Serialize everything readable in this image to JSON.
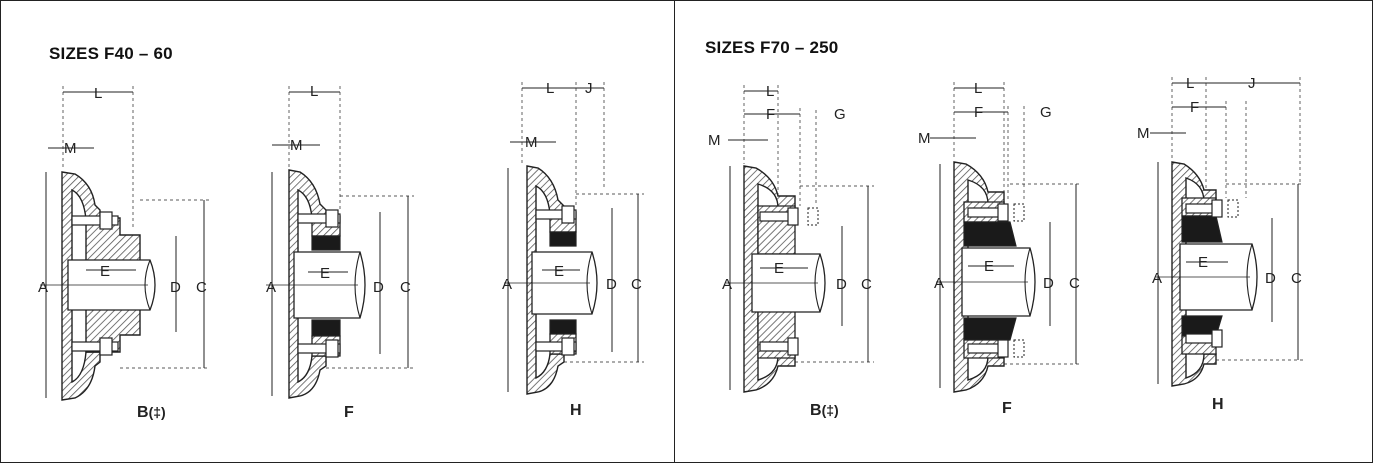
{
  "panels": [
    {
      "title": "SIZES F40 – 60",
      "variants": [
        {
          "caption": "B",
          "caption_suffix": "(‡)",
          "labels": {
            "L": "L",
            "M": "M",
            "A": "A",
            "E": "E",
            "D": "D",
            "C": "C"
          }
        },
        {
          "caption": "F",
          "caption_suffix": "",
          "labels": {
            "L": "L",
            "M": "M",
            "A": "A",
            "E": "E",
            "D": "D",
            "C": "C"
          }
        },
        {
          "caption": "H",
          "caption_suffix": "",
          "labels": {
            "L": "L",
            "J": "J",
            "M": "M",
            "A": "A",
            "E": "E",
            "D": "D",
            "C": "C"
          }
        }
      ]
    },
    {
      "title": "SIZES F70 – 250",
      "variants": [
        {
          "caption": "B",
          "caption_suffix": "(‡)",
          "labels": {
            "L": "L",
            "F": "F",
            "G": "G",
            "M": "M",
            "A": "A",
            "E": "E",
            "D": "D",
            "C": "C"
          }
        },
        {
          "caption": "F",
          "caption_suffix": "",
          "labels": {
            "L": "L",
            "F": "F",
            "G": "G",
            "M": "M",
            "A": "A",
            "E": "E",
            "D": "D",
            "C": "C"
          }
        },
        {
          "caption": "H",
          "caption_suffix": "",
          "labels": {
            "L": "L",
            "J": "J",
            "F": "F",
            "M": "M",
            "A": "A",
            "E": "E",
            "D": "D",
            "C": "C"
          }
        }
      ]
    }
  ],
  "colors": {
    "ink": "#222222",
    "hatch": "#555555",
    "elastomer": "#1a1a1a"
  }
}
